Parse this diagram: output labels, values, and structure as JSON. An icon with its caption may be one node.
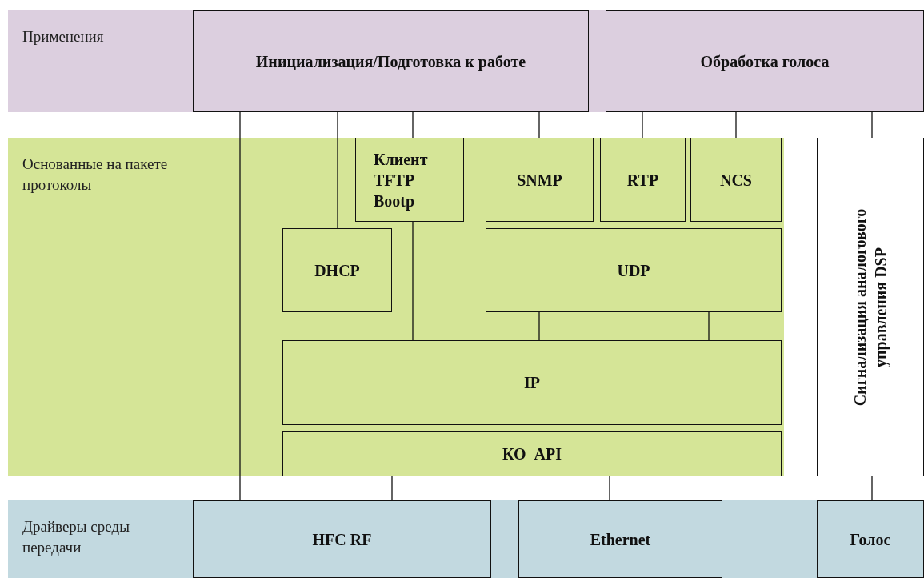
{
  "diagram": {
    "nodes": [
      {
        "text": [
          "Применения"
        ]
      },
      {
        "text": [
          "Инициализация/Подготовка к работе"
        ],
        "in": 0
      },
      {
        "text": [
          "Обработка голоса"
        ],
        "in": 0
      },
      {
        "text": [
          "Основанные на пакете протоколы"
        ]
      },
      {
        "text": [
          "Клиент TFTP Bootp"
        ],
        "in": 3
      },
      {
        "text": [
          "SNMP"
        ],
        "in": 3
      },
      {
        "text": [
          "RTP"
        ],
        "in": 3
      },
      {
        "text": [
          "NCS"
        ],
        "in": 3
      },
      {
        "text": [
          "DHCP"
        ],
        "in": 3
      },
      {
        "text": [
          "UDP"
        ],
        "in": 3
      },
      {
        "text": [
          "IP"
        ],
        "in": 3
      },
      {
        "text": [
          "КО  API"
        ],
        "in": 3
      },
      {
        "text": [
          "Сигнализация аналогового управления DSP"
        ]
      },
      {
        "text": [
          "Драйверы среды передачи"
        ]
      },
      {
        "text": [
          "HFC RF"
        ],
        "in": 13
      },
      {
        "text": [
          "Ethernet"
        ],
        "in": 13
      },
      {
        "text": [
          "Голос"
        ],
        "in": 13
      }
    ],
    "edges": [
      {
        "from": 1,
        "to": 14,
        "arrow": "none"
      },
      {
        "from": 1,
        "to": 8,
        "arrow": "none"
      },
      {
        "from": 1,
        "to": 4,
        "arrow": "none"
      },
      {
        "from": 1,
        "to": 5,
        "arrow": "none"
      },
      {
        "from": 2,
        "to": 6,
        "arrow": "none"
      },
      {
        "from": 2,
        "to": 7,
        "arrow": "none"
      },
      {
        "from": 2,
        "to": 12,
        "arrow": "none"
      },
      {
        "from": 4,
        "to": 10,
        "arrow": "none"
      },
      {
        "from": 9,
        "to": 10,
        "arrow": "none"
      },
      {
        "from": 9,
        "to": 10,
        "arrow": "none"
      },
      {
        "from": 11,
        "to": 14,
        "arrow": "none"
      },
      {
        "from": 11,
        "to": 15,
        "arrow": "none"
      },
      {
        "from": 12,
        "to": 16,
        "arrow": "none"
      }
    ]
  }
}
